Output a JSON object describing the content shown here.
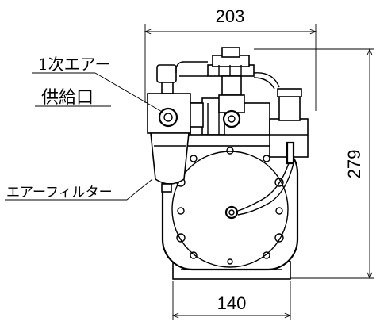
{
  "dimensions": {
    "overall_width": "203",
    "base_width": "140",
    "height": "279"
  },
  "labels": {
    "primary_air_line1": "1次エアー",
    "primary_air_line2": "供給口",
    "air_filter": "エアーフィルター"
  }
}
